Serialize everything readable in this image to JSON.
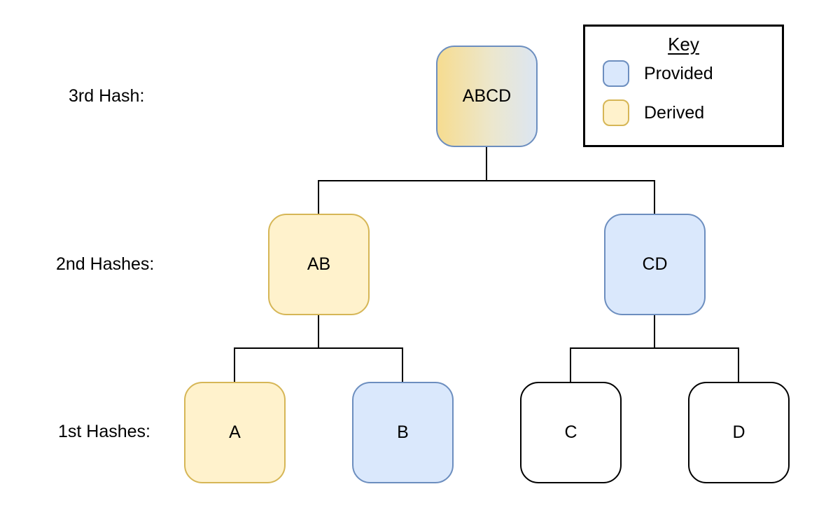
{
  "diagram": {
    "type": "merkle-hash-tree",
    "edges": [
      [
        "ABCD",
        "AB"
      ],
      [
        "ABCD",
        "CD"
      ],
      [
        "AB",
        "A"
      ],
      [
        "AB",
        "B"
      ],
      [
        "CD",
        "C"
      ],
      [
        "CD",
        "D"
      ]
    ]
  },
  "labels": {
    "level3": "3rd Hash:",
    "level2": "2nd Hashes:",
    "level1": "1st Hashes:"
  },
  "nodes": {
    "abcd": {
      "label": "ABCD",
      "style": "mixed"
    },
    "ab": {
      "label": "AB",
      "style": "derived"
    },
    "cd": {
      "label": "CD",
      "style": "provided"
    },
    "a": {
      "label": "A",
      "style": "derived"
    },
    "b": {
      "label": "B",
      "style": "provided"
    },
    "c": {
      "label": "C",
      "style": "plain"
    },
    "d": {
      "label": "D",
      "style": "plain"
    }
  },
  "legend": {
    "title": "Key",
    "items": [
      {
        "label": "Provided",
        "style": "provided"
      },
      {
        "label": "Derived",
        "style": "derived"
      }
    ]
  },
  "colors": {
    "provided_fill": "#dae8fc",
    "provided_border": "#6c8ebf",
    "derived_fill": "#fff2cc",
    "derived_border": "#d6b656",
    "plain_fill": "#ffffff",
    "plain_border": "#000000",
    "connector": "#000000",
    "gradient_left": "#f6dc90",
    "gradient_mid": "#ece7cd",
    "gradient_right": "#dce6f2"
  }
}
